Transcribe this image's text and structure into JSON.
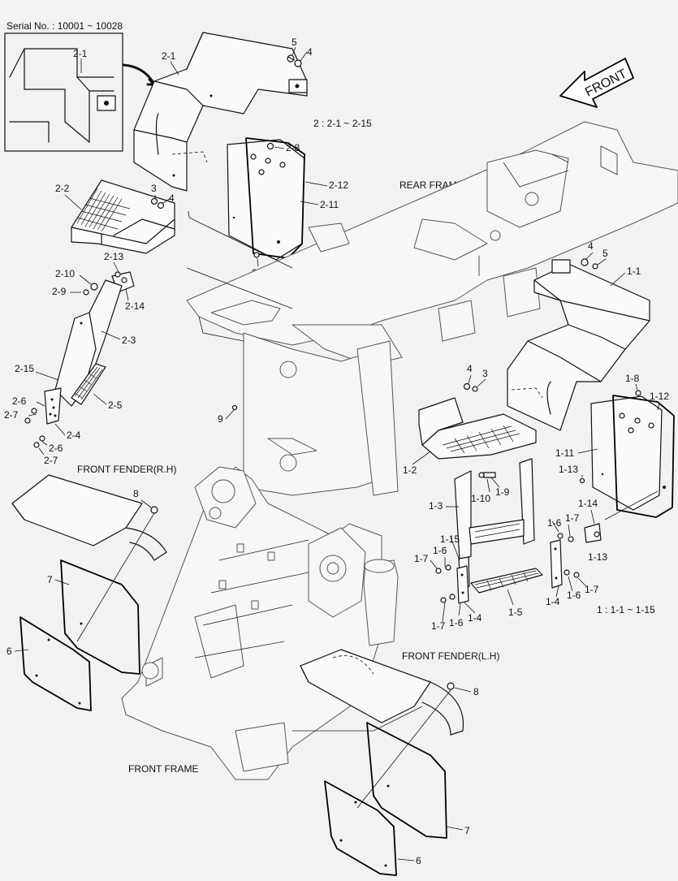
{
  "serial_no": "Serial No. : 10001 ~ 10028",
  "front_arrow": "FRONT",
  "group_notes": {
    "group2": "2 : 2-1 ~ 2-15",
    "group1": "1 : 1-1 ~ 1-15"
  },
  "assembly_labels": {
    "rear_frame": "REAR FRAME",
    "front_fender_rh": "FRONT FENDER(R.H)",
    "front_fender_lh": "FRONT FENDER(L.H)",
    "front_frame": "FRONT FRAME"
  },
  "callouts": {
    "inset_2_1": "2-1",
    "top_5": "5",
    "top_4": "4",
    "fender_2_1": "2-1",
    "p2_8": "2-8",
    "p2_12": "2-12",
    "p2_11": "2-11",
    "p2_13a": "2-13",
    "p2_2": "2-2",
    "p3_left": "3",
    "p4_left": "4",
    "p2_13b": "2-13",
    "p2_10": "2-10",
    "p2_9": "2-9",
    "p2_14": "2-14",
    "p2_3": "2-3",
    "p2_15": "2-15",
    "p2_6a": "2-6",
    "p2_7a": "2-7",
    "p2_5": "2-5",
    "p2_4": "2-4",
    "p2_6b": "2-6",
    "p2_7b": "2-7",
    "p9": "9",
    "p4_right": "4",
    "p5_right": "5",
    "p1_1": "1-1",
    "p4_mid": "4",
    "p3_mid": "3",
    "p1_8": "1-8",
    "p1_12": "1-12",
    "p1_11": "1-11",
    "p1_13a": "1-13",
    "p1_2": "1-2",
    "p1_10": "1-10",
    "p1_9": "1-9",
    "p1_3": "1-3",
    "p1_14": "1-14",
    "p1_6a": "1-6",
    "p1_7a": "1-7",
    "p1_13b": "1-13",
    "p1_15": "1-15",
    "p1_7b": "1-7",
    "p1_6b": "1-6",
    "p1_4a": "1-4",
    "p1_6c": "1-6",
    "p1_7c": "1-7",
    "p1_5": "1-5",
    "p1_7d": "1-7",
    "p1_6d": "1-6",
    "p1_4b": "1-4",
    "p8_rh": "8",
    "p7_rh": "7",
    "p6_rh": "6",
    "p8_lh": "8",
    "p7_lh": "7",
    "p6_lh": "6"
  }
}
